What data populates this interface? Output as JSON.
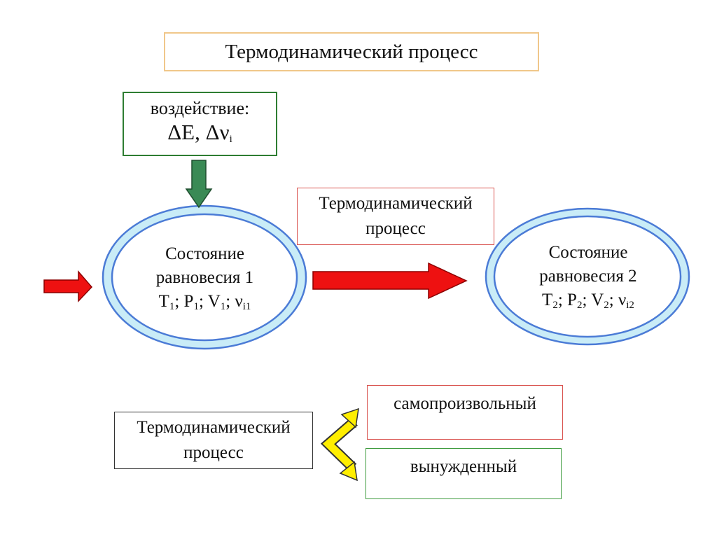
{
  "title": "Термодинамический процесс",
  "influence": {
    "label": "воздействие:",
    "energy": "ΔE, Δν",
    "energy_sub": "i"
  },
  "process_mid": {
    "line1": "Термодинамический",
    "line2": "процесс"
  },
  "state1": {
    "line1": "Состояние",
    "line2": "равновесия 1",
    "params": [
      {
        "sym": "T",
        "sub": "1",
        "sep": "; "
      },
      {
        "sym": "P",
        "sub": "1",
        "sep": "; "
      },
      {
        "sym": "V",
        "sub": "1",
        "sep": "; "
      },
      {
        "sym": "ν",
        "sub": "i1",
        "sep": ""
      }
    ]
  },
  "state2": {
    "line1": "Состояние",
    "line2": "равновесия 2",
    "params": [
      {
        "sym": "T",
        "sub": "2",
        "sep": "; "
      },
      {
        "sym": "P",
        "sub": "2",
        "sep": "; "
      },
      {
        "sym": "V",
        "sub": "2",
        "sep": "; "
      },
      {
        "sym": "ν",
        "sub": "i2",
        "sep": ""
      }
    ]
  },
  "process_bottom": {
    "line1": "Термодинамический",
    "line2": "процесс"
  },
  "spontaneous": "самопроизвольный",
  "forced": "вынужденный",
  "colors": {
    "red_arrow": "#ee1111",
    "green_arrow": "#3a8a55",
    "yellow_arrow": "#ffee00",
    "ellipse_fill": "#c9ecf7",
    "ellipse_stroke": "#4b7bd6"
  }
}
